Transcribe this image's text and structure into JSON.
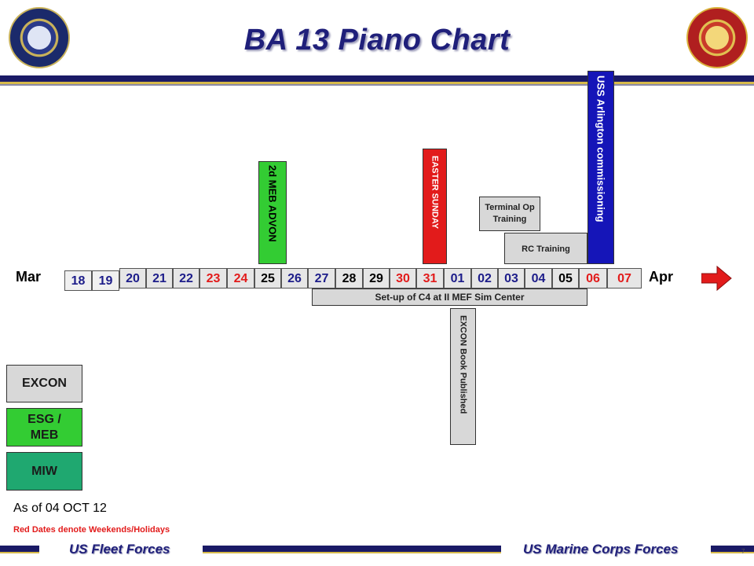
{
  "title": "BA 13 Piano Chart",
  "months": {
    "start": "Mar",
    "end": "Apr"
  },
  "days_row1": [
    "18",
    "19"
  ],
  "days_row2": [
    "20",
    "21",
    "22",
    "23",
    "24",
    "25",
    "26",
    "27",
    "28",
    "29",
    "30",
    "31",
    "01",
    "02",
    "03",
    "04",
    "05",
    "06",
    "07"
  ],
  "events": {
    "advon": "2d MEB ADVON",
    "easter": "EASTER SUNDAY",
    "arlington": "USS Arlington commissioning",
    "terminal_op": "Terminal Op Training",
    "rc_training": "RC Training",
    "setup": "Set-up of C4 at II MEF Sim Center",
    "excon_book": "EXCON Book Published"
  },
  "legend": {
    "excon": "EXCON",
    "esg": "ESG / MEB",
    "miw": "MIW"
  },
  "as_of": "As of 04 OCT 12",
  "red_note": "Red Dates denote Weekends/Holidays",
  "footer": {
    "left": "US Fleet Forces",
    "right": "US Marine Corps Forces"
  },
  "page_number": "7",
  "colors": {
    "navy": "#1515b8",
    "red": "#e21b1b",
    "green": "#33cc33",
    "teal": "#1fa870",
    "title_blue": "#1f1f7a"
  },
  "logos": {
    "left": "United States Fleet Forces Command seal",
    "right": "US Marine Corps Forces Command seal"
  }
}
